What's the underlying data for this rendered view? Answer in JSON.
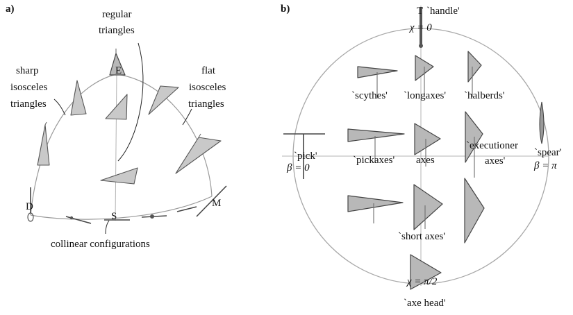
{
  "panel_a": {
    "tag": "a)",
    "labels": {
      "regular_1": "regular",
      "regular_2": "triangles",
      "sharp_1": "sharp",
      "sharp_2": "isosceles",
      "sharp_3": "triangles",
      "flat_1": "flat",
      "flat_2": "isosceles",
      "flat_3": "triangles",
      "vertex_e": "E",
      "vertex_d": "D",
      "vertex_s": "S",
      "vertex_m": "M",
      "collinear": "collinear configurations"
    }
  },
  "panel_b": {
    "tag": "b)",
    "labels": {
      "handle": "`handle'",
      "chi_0": "χ = 0",
      "scythes": "`scythes'",
      "longaxes": "`longaxes'",
      "halberds": "`halberds'",
      "pick": "`pick'",
      "beta_0": "β = 0",
      "pickaxes": "`pickaxes'",
      "axes": "axes",
      "executioner": "`executioner",
      "executioner_2": "axes'",
      "spear": "`spear'",
      "beta_pi": "β = π",
      "short_axes": "`short axes'",
      "chi_pi2": "χ = π/2",
      "axe_head": "`axe head'"
    }
  }
}
